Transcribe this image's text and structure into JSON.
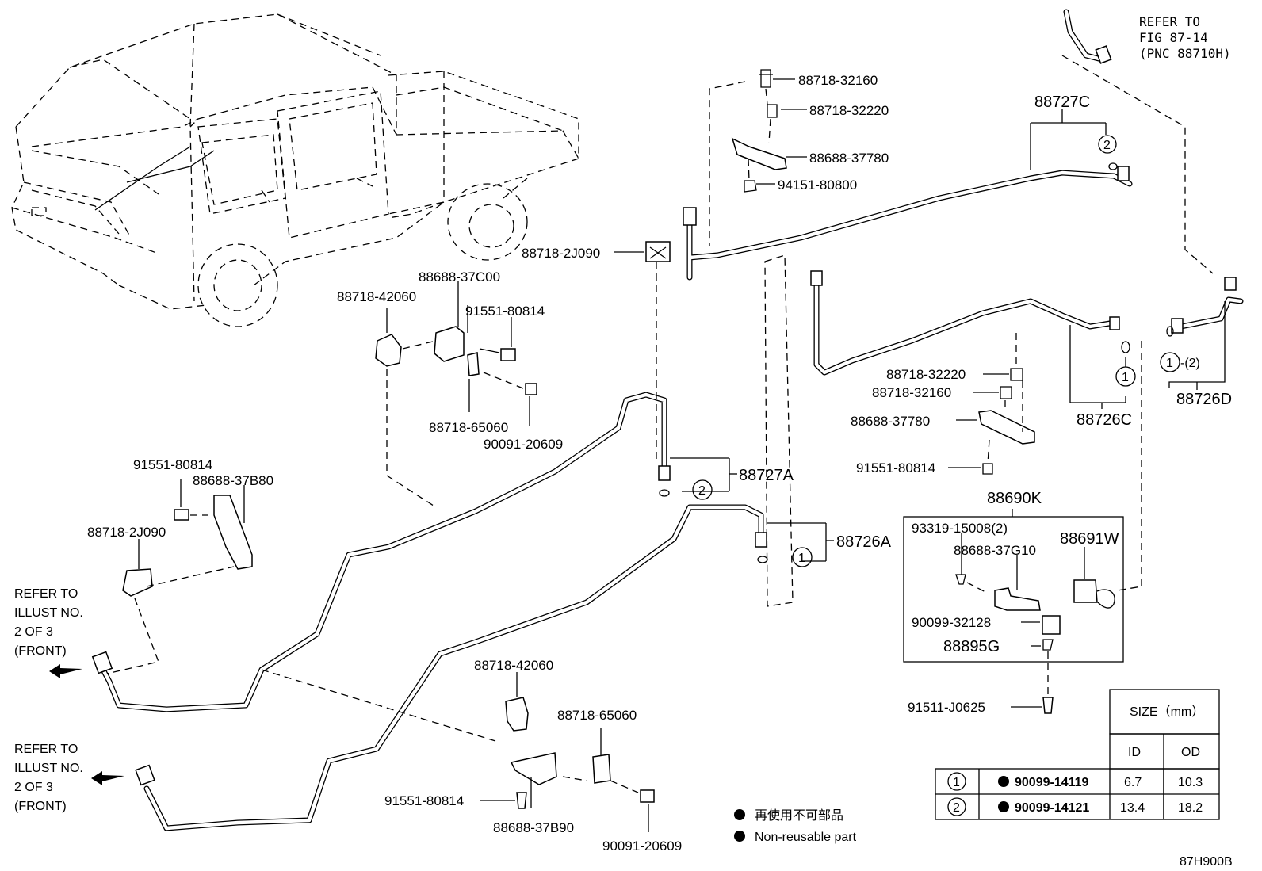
{
  "figure_code": "87H900B",
  "callouts": {
    "refer_fig": [
      "REFER TO",
      "FIG 87-14",
      "(PNC 88710H)"
    ],
    "refer_front_1": [
      "REFER TO",
      "ILLUST NO.",
      "2 OF 3",
      "(FRONT)"
    ],
    "refer_front_2": [
      "REFER TO",
      "ILLUST NO.",
      "2 OF 3",
      "(FRONT)"
    ]
  },
  "parts": {
    "p_88718_32160_top": "88718-32160",
    "p_88718_32220_top": "88718-32220",
    "p_88688_37780_top": "88688-37780",
    "p_94151_80800": "94151-80800",
    "p_88727C": "88727C",
    "p_88718_2J090_top": "88718-2J090",
    "p_88688_37C00": "88688-37C00",
    "p_88718_42060_a": "88718-42060",
    "p_91551_80814_a": "91551-80814",
    "p_88718_65060_a": "88718-65060",
    "p_90091_20609_a": "90091-20609",
    "p_88727A": "88727A",
    "p_88726A": "88726A",
    "p_88718_32220_mid": "88718-32220",
    "p_88718_32160_mid": "88718-32160",
    "p_88688_37780_mid": "88688-37780",
    "p_91551_80814_mid": "91551-80814",
    "p_88726C": "88726C",
    "p_88726D": "88726D",
    "p_88690K": "88690K",
    "p_93319": "93319-15008(2)",
    "p_88688_37G10": "88688-37G10",
    "p_88691W": "88691W",
    "p_90099_32128": "90099-32128",
    "p_88895G": "88895G",
    "p_91511_J0625": "91511-J0625",
    "p_91551_80814_left": "91551-80814",
    "p_88688_37B80": "88688-37B80",
    "p_88718_2J090_left": "88718-2J090",
    "p_88718_42060_b": "88718-42060",
    "p_88718_65060_b": "88718-65060",
    "p_91551_80814_b": "91551-80814",
    "p_88688_37B90": "88688-37B90",
    "p_90091_20609_b": "90091-20609",
    "ring_2_88727C": "2",
    "ring_2_88727A": "2",
    "ring_1_88726A": "1",
    "ring_1_88726C": "1",
    "ring_1_88726D": "1",
    "ring_1_88726D_suffix": "-(2)"
  },
  "legend": {
    "non_reusable_jp": "再使用不可部品",
    "non_reusable_en": "Non-reusable part"
  },
  "size_table": {
    "title": "SIZE（mm）",
    "col_id": "ID",
    "col_od": "OD",
    "rows": [
      {
        "ref": "1",
        "part": "90099-14119",
        "id": "6.7",
        "od": "10.3"
      },
      {
        "ref": "2",
        "part": "90099-14121",
        "id": "13.4",
        "od": "18.2"
      }
    ]
  }
}
